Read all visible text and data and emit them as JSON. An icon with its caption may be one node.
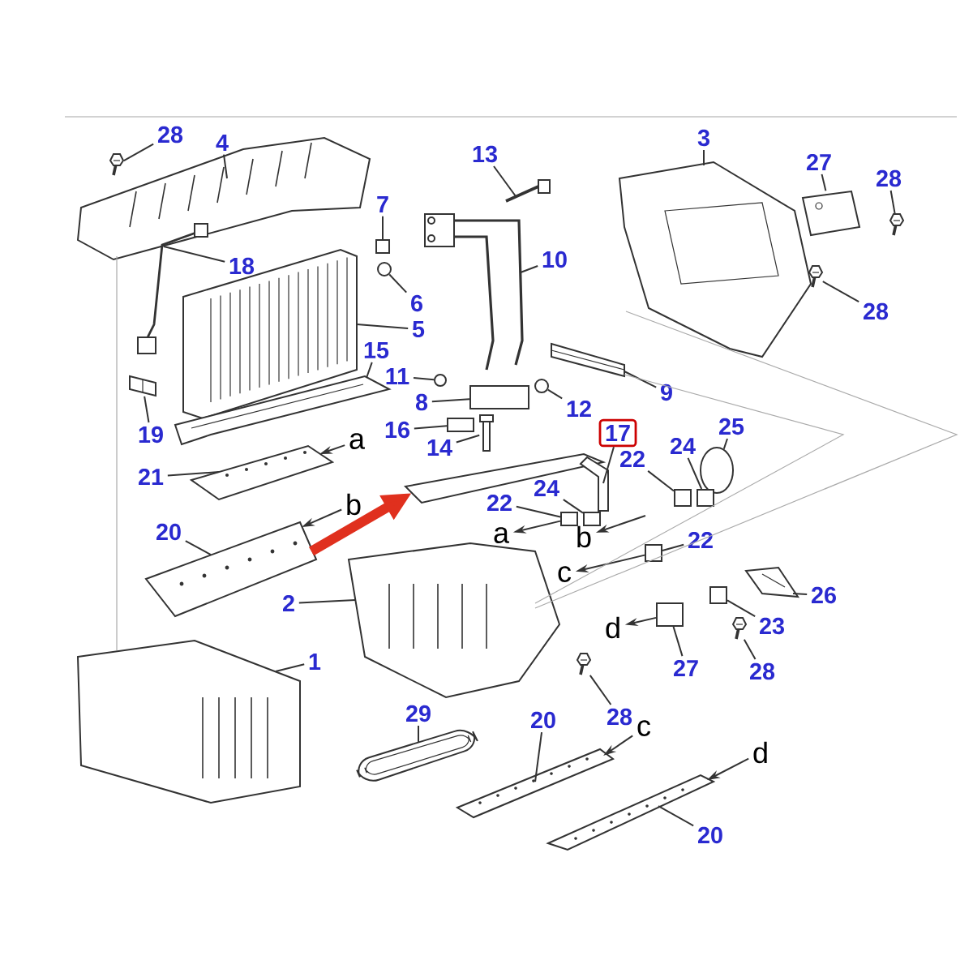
{
  "diagram": {
    "nodes": [
      {
        "text": [
          "28"
        ]
      },
      {
        "text": [
          "4"
        ]
      },
      {
        "text": [
          "3"
        ]
      },
      {
        "text": [
          "13"
        ]
      },
      {
        "text": [
          "27"
        ]
      },
      {
        "text": [
          "28"
        ]
      },
      {
        "text": [
          "7"
        ]
      },
      {
        "text": [
          "10"
        ]
      },
      {
        "text": [
          "18"
        ]
      },
      {
        "text": [
          "6"
        ]
      },
      {
        "text": [
          "28"
        ]
      },
      {
        "text": [
          "5"
        ]
      },
      {
        "text": [
          "15"
        ]
      },
      {
        "text": [
          "11"
        ]
      },
      {
        "text": [
          "9"
        ]
      },
      {
        "text": [
          "8"
        ]
      },
      {
        "text": [
          "12"
        ]
      },
      {
        "text": [
          "16"
        ]
      },
      {
        "text": [
          "17"
        ]
      },
      {
        "text": [
          "19"
        ]
      },
      {
        "text": [
          "a"
        ]
      },
      {
        "text": [
          "25"
        ]
      },
      {
        "text": [
          "14"
        ]
      },
      {
        "text": [
          "24"
        ]
      },
      {
        "text": [
          "22"
        ]
      },
      {
        "text": [
          "21"
        ]
      },
      {
        "text": [
          "24"
        ]
      },
      {
        "text": [
          "b"
        ]
      },
      {
        "text": [
          "22"
        ]
      },
      {
        "text": [
          "20"
        ]
      },
      {
        "text": [
          "a"
        ]
      },
      {
        "text": [
          "b"
        ]
      },
      {
        "text": [
          "22"
        ]
      },
      {
        "text": [
          "c"
        ]
      },
      {
        "text": [
          "26"
        ]
      },
      {
        "text": [
          "2"
        ]
      },
      {
        "text": [
          "d"
        ]
      },
      {
        "text": [
          "23"
        ]
      },
      {
        "text": [
          "1"
        ]
      },
      {
        "text": [
          "27"
        ]
      },
      {
        "text": [
          "28"
        ]
      },
      {
        "text": [
          "28"
        ]
      },
      {
        "text": [
          "29"
        ]
      },
      {
        "text": [
          "20"
        ]
      },
      {
        "text": [
          "c"
        ]
      },
      {
        "text": [
          "d"
        ]
      },
      {
        "text": [
          "20"
        ]
      },
      {
        "text": [],
        "shape": "picture"
      },
      {
        "text": [],
        "shape": "picture"
      },
      {
        "text": [],
        "shape": "picture"
      },
      {
        "text": [],
        "shape": "box"
      },
      {
        "text": [],
        "shape": "circle"
      },
      {
        "text": [],
        "shape": "picture"
      },
      {
        "text": [],
        "shape": "picture"
      },
      {
        "text": [],
        "shape": "picture"
      },
      {
        "text": [],
        "shape": "picture"
      },
      {
        "text": [],
        "shape": "circle"
      },
      {
        "text": [],
        "shape": "box"
      },
      {
        "text": [],
        "shape": "circle"
      },
      {
        "text": [],
        "shape": "box"
      },
      {
        "text": [],
        "shape": "picture"
      },
      {
        "text": [],
        "shape": "picture"
      },
      {
        "text": [],
        "shape": "picture"
      },
      {
        "text": [],
        "shape": "picture"
      },
      {
        "text": [],
        "shape": "picture"
      },
      {
        "text": [],
        "shape": "picture"
      },
      {
        "text": [],
        "shape": "picture"
      },
      {
        "text": [],
        "shape": "picture"
      },
      {
        "text": [],
        "shape": "picture"
      },
      {
        "text": [],
        "shape": "picture"
      },
      {
        "text": [],
        "shape": "circle"
      },
      {
        "text": [],
        "shape": "box"
      },
      {
        "text": [],
        "shape": "box"
      },
      {
        "text": [],
        "shape": "box"
      },
      {
        "text": [],
        "shape": "box"
      },
      {
        "text": [],
        "shape": "picture"
      },
      {
        "text": [],
        "shape": "box"
      },
      {
        "text": [],
        "shape": "picture"
      },
      {
        "text": [],
        "shape": "box"
      },
      {
        "text": [],
        "shape": "picture"
      },
      {
        "text": [],
        "shape": "box"
      },
      {
        "text": [],
        "shape": "picture"
      },
      {
        "text": [],
        "shape": "picture"
      },
      {
        "text": [],
        "shape": "picture"
      },
      {
        "text": [],
        "shape": "picture"
      },
      {
        "text": [],
        "shape": "picture"
      }
    ],
    "edges": [
      {
        "from": 0,
        "to": 47,
        "arrow": "none"
      },
      {
        "from": 1,
        "to": 48,
        "arrow": "none"
      },
      {
        "from": 2,
        "to": 62,
        "arrow": "none"
      },
      {
        "from": 3,
        "to": 54,
        "arrow": "none"
      },
      {
        "from": 4,
        "to": 63,
        "arrow": "none"
      },
      {
        "from": 5,
        "to": 64,
        "arrow": "none"
      },
      {
        "from": 6,
        "to": 50,
        "arrow": "none"
      },
      {
        "from": 7,
        "to": 55,
        "arrow": "none"
      },
      {
        "from": 8,
        "to": 49,
        "arrow": "none"
      },
      {
        "from": 9,
        "to": 51,
        "arrow": "none"
      },
      {
        "from": 10,
        "to": 65,
        "arrow": "none"
      },
      {
        "from": 11,
        "to": 52,
        "arrow": "none"
      },
      {
        "from": 12,
        "to": 53,
        "arrow": "none"
      },
      {
        "from": 13,
        "to": 56,
        "arrow": "none"
      },
      {
        "from": 14,
        "to": 61,
        "arrow": "none"
      },
      {
        "from": 15,
        "to": 57,
        "arrow": "none"
      },
      {
        "from": 16,
        "to": 58,
        "arrow": "none"
      },
      {
        "from": 17,
        "to": 59,
        "arrow": "none"
      },
      {
        "from": 18,
        "to": 69,
        "arrow": "none"
      },
      {
        "from": 19,
        "to": 66,
        "arrow": "none"
      },
      {
        "from": 20,
        "to": 67,
        "arrow": "to"
      },
      {
        "from": 21,
        "to": 70,
        "arrow": "none"
      },
      {
        "from": 22,
        "to": 60,
        "arrow": "none"
      },
      {
        "from": 23,
        "to": 71,
        "arrow": "none"
      },
      {
        "from": 24,
        "to": 72,
        "arrow": "none"
      },
      {
        "from": 25,
        "to": 67,
        "arrow": "none"
      },
      {
        "from": 26,
        "to": 73,
        "arrow": "none"
      },
      {
        "from": 27,
        "to": 68,
        "arrow": "to"
      },
      {
        "from": 28,
        "to": 74,
        "arrow": "none"
      },
      {
        "from": 29,
        "to": 68,
        "arrow": "none"
      },
      {
        "from": 74,
        "to": 30,
        "arrow": "to"
      },
      {
        "from": null,
        "to": 31,
        "arrow": "to"
      },
      {
        "from": 32,
        "to": 76,
        "arrow": "none"
      },
      {
        "from": 76,
        "to": 33,
        "arrow": "to"
      },
      {
        "from": 34,
        "to": 77,
        "arrow": "none"
      },
      {
        "from": 35,
        "to": 75,
        "arrow": "none"
      },
      {
        "from": 80,
        "to": 36,
        "arrow": "to"
      },
      {
        "from": 37,
        "to": 78,
        "arrow": "none"
      },
      {
        "from": 38,
        "to": 79,
        "arrow": "none"
      },
      {
        "from": 39,
        "to": 80,
        "arrow": "none"
      },
      {
        "from": 40,
        "to": 81,
        "arrow": "none"
      },
      {
        "from": 41,
        "to": 82,
        "arrow": "none"
      },
      {
        "from": 42,
        "to": 83,
        "arrow": "none"
      },
      {
        "from": 43,
        "to": 84,
        "arrow": "none"
      },
      {
        "from": 44,
        "to": 84,
        "arrow": "to"
      },
      {
        "from": 45,
        "to": 85,
        "arrow": "to"
      },
      {
        "from": 46,
        "to": 85,
        "arrow": "none"
      },
      {
        "from": 68,
        "to": 69,
        "arrow": "to",
        "style": "thick",
        "color": "#e0301e"
      },
      {
        "from": 48,
        "to": 79,
        "arrow": "none",
        "color": "#aaaaaa"
      },
      {
        "from": 62,
        "to": 75,
        "arrow": "none",
        "color": "#aaaaaa"
      },
      {
        "from": 61,
        "to": 75,
        "arrow": "none",
        "color": "#aaaaaa"
      }
    ]
  }
}
